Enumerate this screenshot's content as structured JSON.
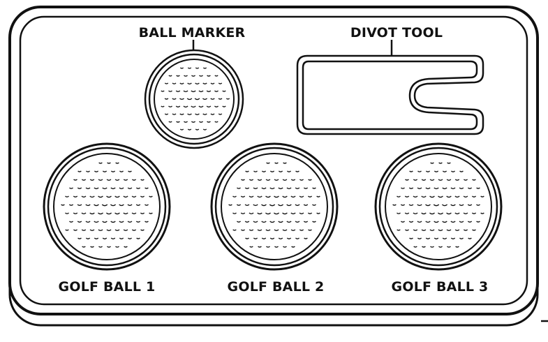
{
  "labels": {
    "ball_marker": "BALL MARKER",
    "divot_tool": "DIVOT TOOL",
    "golf_ball_1": "GOLF BALL 1",
    "golf_ball_2": "GOLF BALL 2",
    "golf_ball_3": "GOLF BALL 3"
  },
  "colors": {
    "ink": "#111111",
    "background": "#ffffff"
  },
  "icons": [
    "ball-marker-icon",
    "divot-tool-icon",
    "golf-ball-icon"
  ]
}
